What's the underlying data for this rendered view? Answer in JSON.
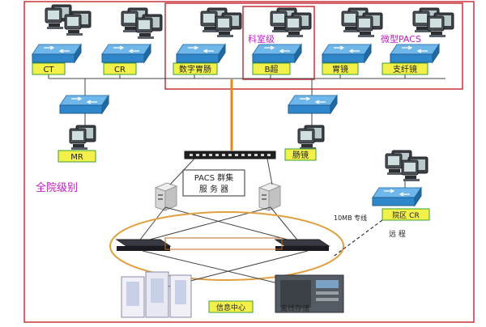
{
  "diagram": {
    "department_label": "科室级",
    "mini_pacs_label": "微型PACS",
    "hospital_level_label": "全院级别",
    "server_label_line1": "PACS 群集",
    "server_label_line2": "服 务 器",
    "mid_switch_label": "",
    "remote_bandwidth_label": "10MB 专线",
    "remote_site_label": "院区 CR",
    "remote_label": "远 程",
    "info_center_label": "信息中心",
    "offline_storage_label": "离线存储",
    "nodes": {
      "ct": "CT",
      "cr": "CR",
      "digital_gi": "数字胃肠",
      "ultrasound": "B超",
      "gastroscope": "胃镜",
      "bronchoscope": "支纤镜",
      "mr": "MR",
      "colonoscope": "肠镜"
    },
    "colors": {
      "border_red": "#c8323c",
      "label_purple": "#c020c0",
      "node_label_bg": "#f4f04a",
      "node_label_border": "#3aa03a",
      "link_orange": "#e08a1c",
      "ellipse_stroke": "#e0a040"
    },
    "icons": [
      "workstation-icon",
      "network-switch-icon",
      "server-icon",
      "storage-array-icon"
    ]
  }
}
